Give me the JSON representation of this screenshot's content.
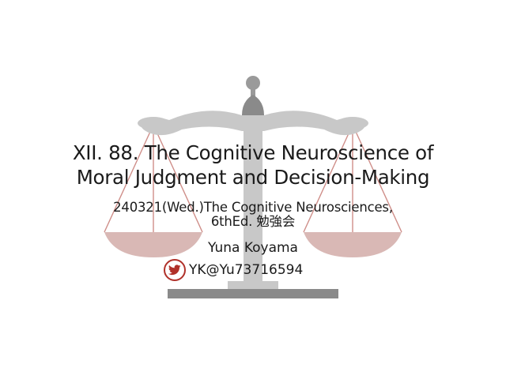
{
  "slide": {
    "title_lines": [
      "XII. 88. The Cognitive Neuroscience of",
      "Moral Judgment and Decision-Making"
    ],
    "subtitle_lines": [
      "240321(Wed.)The Cognitive Neurosciences,",
      "6thEd. 勉強会"
    ],
    "author": "Yuna Koyama",
    "handle": "YK@Yu73716594"
  },
  "icons": {
    "social": "twitter-bird-icon",
    "background": "balance-scale-icon"
  },
  "colors": {
    "scale_gray": "#c8c8c8",
    "scale_dark": "#8a8a8a",
    "pan_fill": "#d9b8b5",
    "string_color": "#cf8e89",
    "twitter_red": "#b0312a",
    "text": "#1a1a1a"
  }
}
